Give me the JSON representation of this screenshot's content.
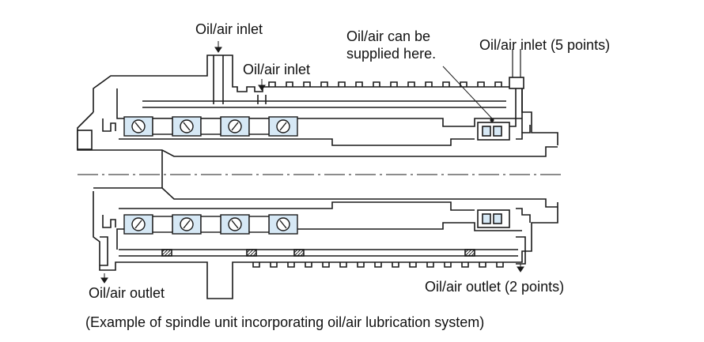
{
  "labels": {
    "inlet_top": "Oil/air inlet",
    "inlet_mid": "Oil/air inlet",
    "supplied_line1": "Oil/air can be",
    "supplied_line2": "supplied here.",
    "inlet_5": "Oil/air inlet (5 points)",
    "outlet_left": "Oil/air outlet",
    "outlet_2": "Oil/air outlet (2 points)"
  },
  "caption": "(Example of spindle unit incorporating oil/air lubrication system)",
  "colors": {
    "line": "#1a1a1a",
    "bearing_fill": "#d6e8f5",
    "seal_fill": "#555555",
    "background": "#ffffff"
  }
}
